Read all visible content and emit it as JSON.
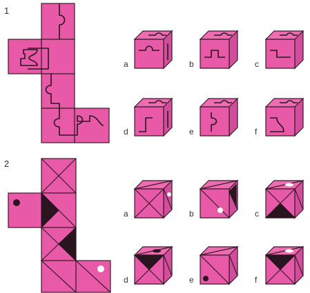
{
  "puzzles": [
    {
      "number": "1",
      "option_labels": [
        "a",
        "b",
        "c",
        "d",
        "e",
        "f"
      ]
    },
    {
      "number": "2",
      "option_labels": [
        "a",
        "b",
        "c",
        "d",
        "e",
        "f"
      ]
    }
  ],
  "colors": {
    "face": "#e85aa8",
    "face_dark": "#c43a88",
    "face_mid": "#d84c9a",
    "line": "#3a1a2a",
    "fill_dark": "#2a1420",
    "dot_white": "#ffffff"
  }
}
